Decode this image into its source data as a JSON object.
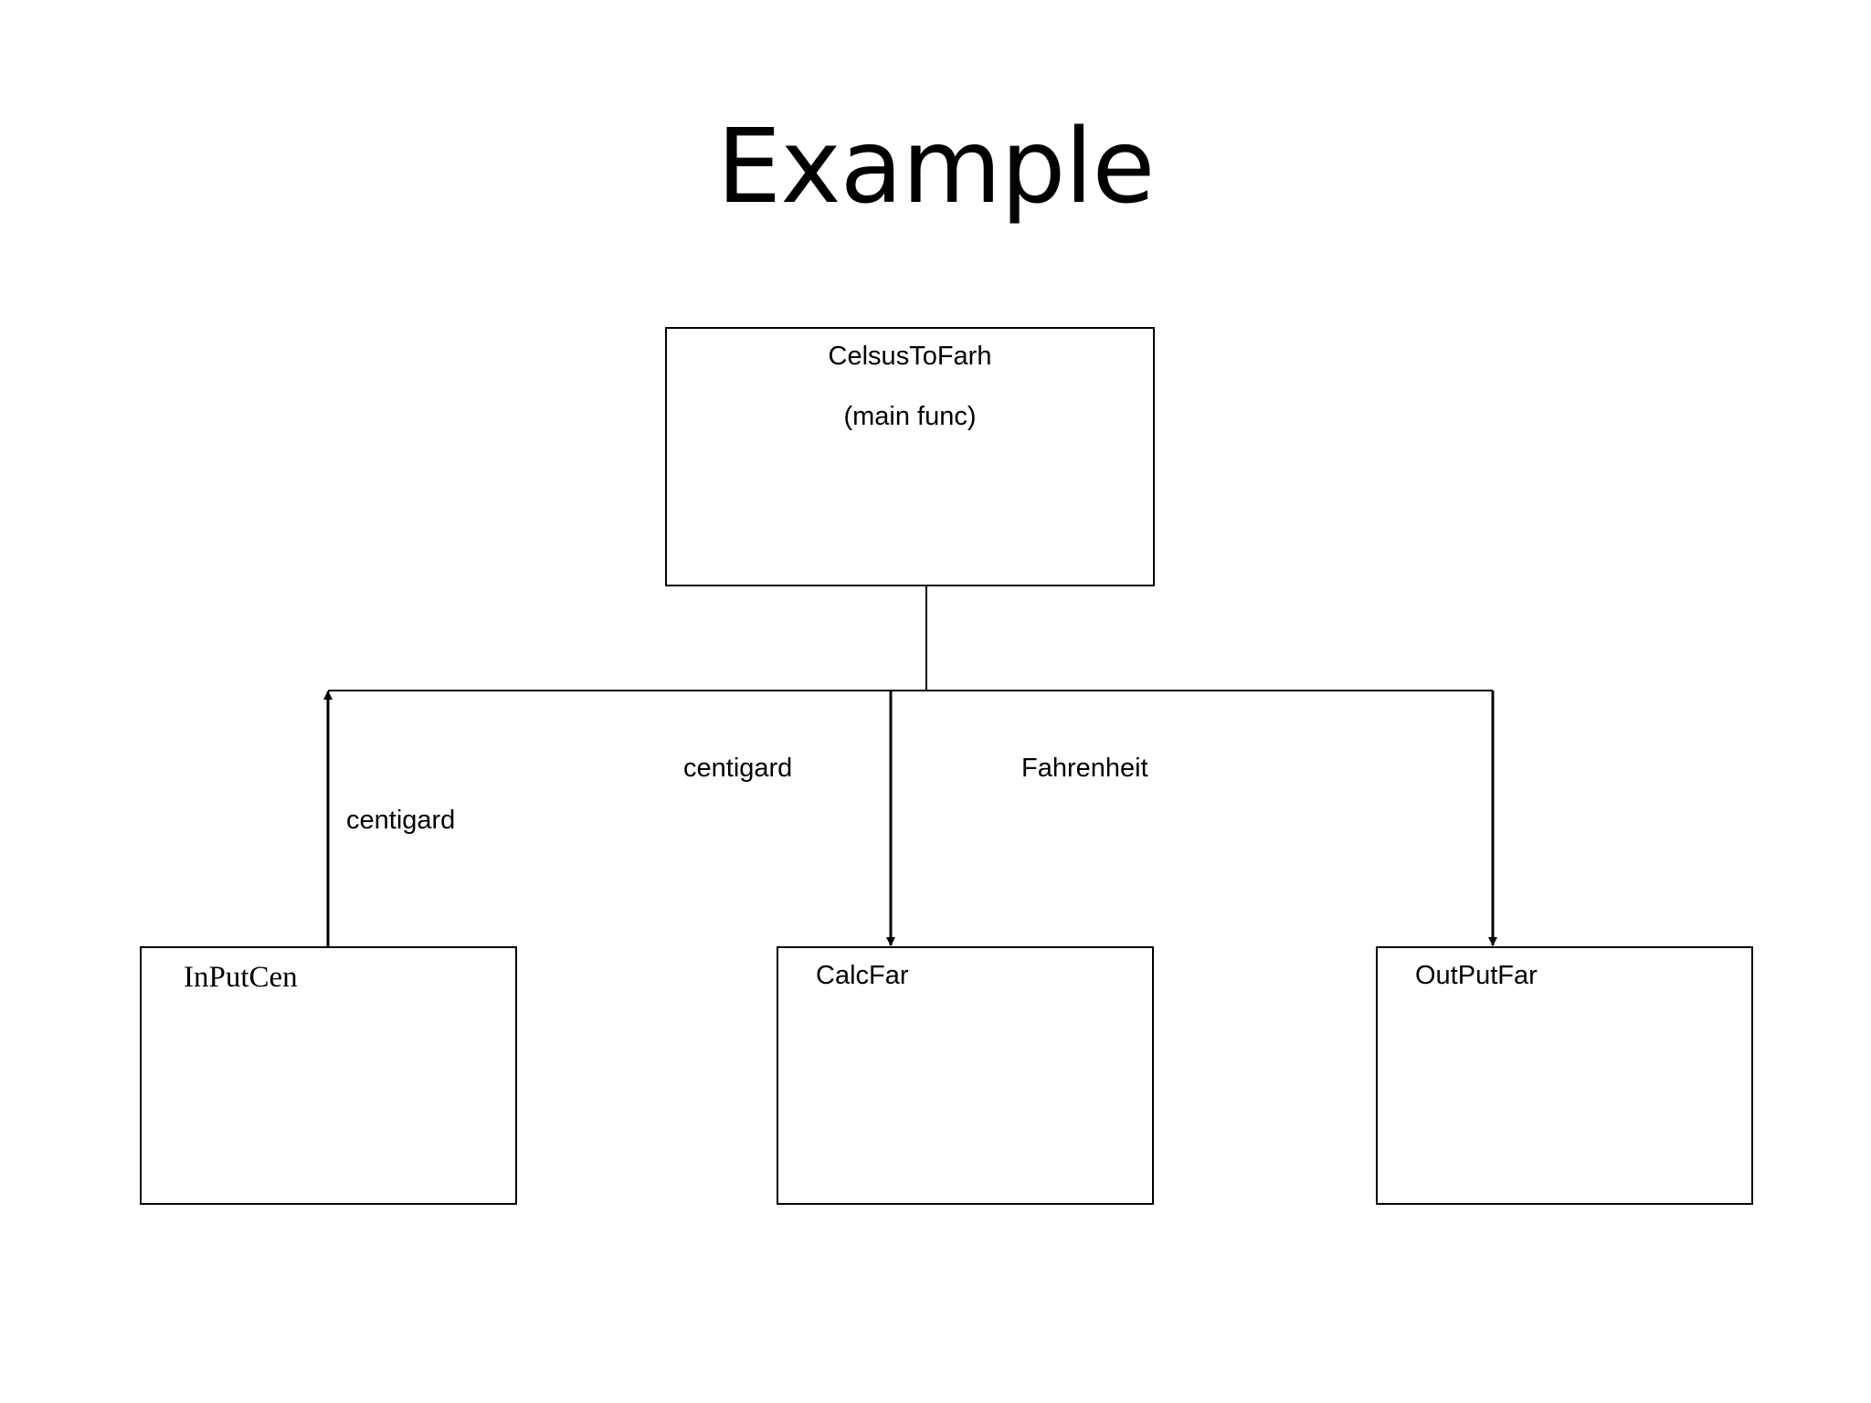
{
  "slide": {
    "title": "Example"
  },
  "diagram": {
    "main": {
      "name": "CelsusToFarh",
      "subtitle": "(main func)"
    },
    "modules": [
      {
        "name": "InPutCen"
      },
      {
        "name": "CalcFar"
      },
      {
        "name": "OutPutFar"
      }
    ],
    "flows": [
      {
        "label": "centigard",
        "from": "InPutCen",
        "to": "CelsusToFarh"
      },
      {
        "label": "centigard",
        "from": "CelsusToFarh",
        "to": "CalcFar"
      },
      {
        "label": "Fahrenheit",
        "from": "CelsusToFarh",
        "to": "OutPutFar"
      }
    ],
    "colors": {
      "line": "#000000",
      "background": "#ffffff"
    }
  }
}
